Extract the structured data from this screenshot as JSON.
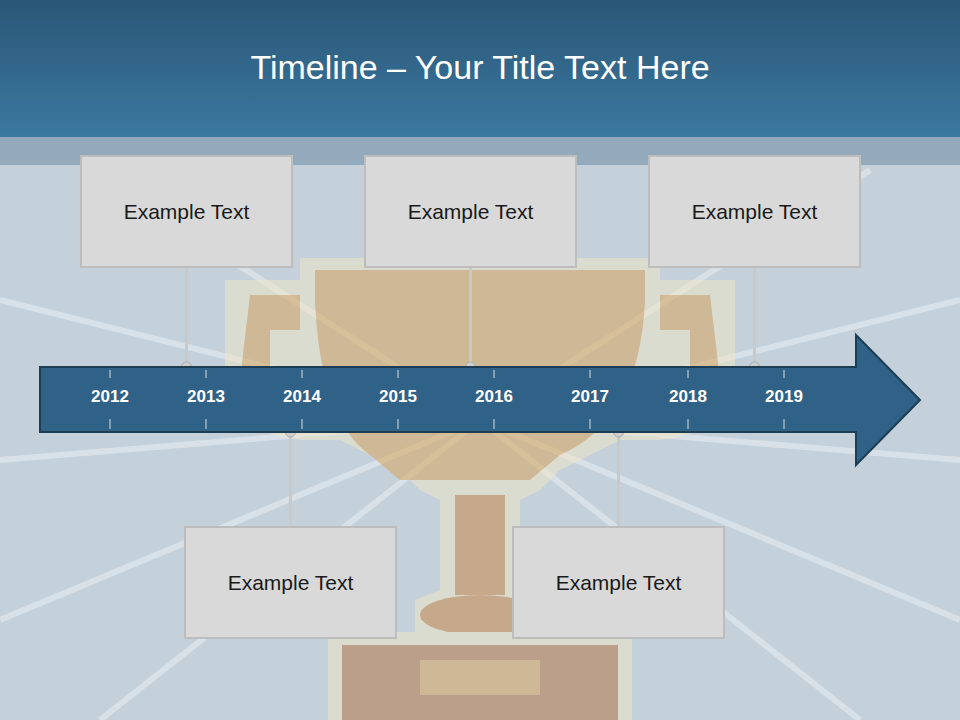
{
  "diagram": {
    "title": "Timeline – Your Title Text Here",
    "nodes": [
      {
        "text": [
          "Example Text"
        ]
      },
      {
        "text": [
          "Example Text"
        ]
      },
      {
        "text": [
          "Example Text"
        ]
      },
      {
        "text": [
          "2012",
          "2013",
          "2014",
          "2015",
          "2016",
          "2017",
          "2018",
          "2019"
        ]
      },
      {
        "text": [
          "Example Text"
        ]
      },
      {
        "text": [
          "Example Text"
        ]
      }
    ],
    "edges": [
      {
        "from": 0,
        "to": 3,
        "arrow": "none"
      },
      {
        "from": 1,
        "to": 3,
        "arrow": "none"
      },
      {
        "from": 2,
        "to": 3,
        "arrow": "none"
      },
      {
        "from": 4,
        "to": 3,
        "arrow": "none"
      },
      {
        "from": 5,
        "to": 3,
        "arrow": "none"
      }
    ]
  }
}
